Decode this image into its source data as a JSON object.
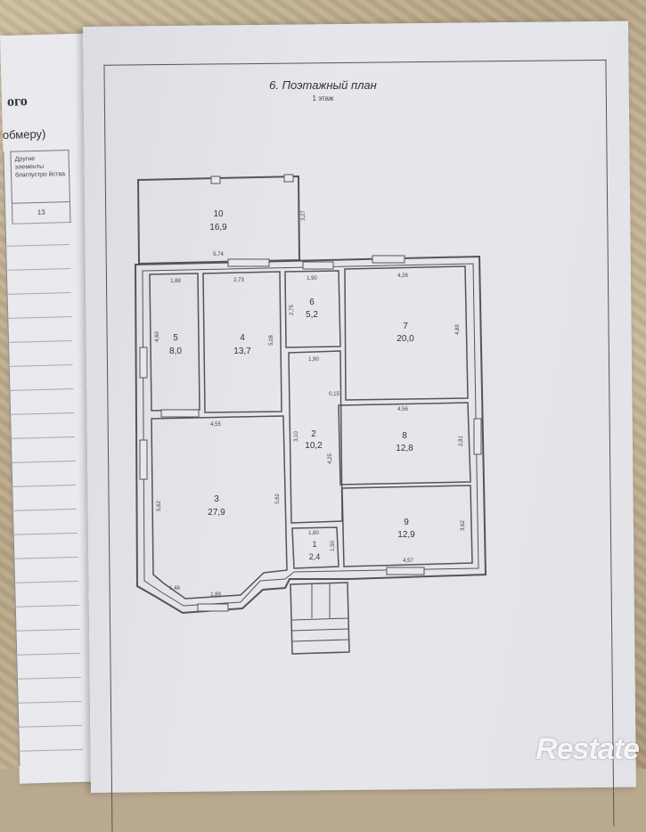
{
  "left_page": {
    "title": "ого",
    "subtitle": "обмеру)",
    "column_header": "Другие элементы благоустро йства",
    "column_value": "13"
  },
  "plan": {
    "title": "6. Поэтажный план",
    "floor": "1 этаж"
  },
  "rooms": [
    {
      "id": "room-10",
      "number": "10",
      "area": "16,9"
    },
    {
      "id": "room-5",
      "number": "5",
      "area": "8,0"
    },
    {
      "id": "room-4",
      "number": "4",
      "area": "13,7"
    },
    {
      "id": "room-6",
      "number": "6",
      "area": "5,2"
    },
    {
      "id": "room-7",
      "number": "7",
      "area": "20,0"
    },
    {
      "id": "room-2",
      "number": "2",
      "area": "10,2"
    },
    {
      "id": "room-8",
      "number": "8",
      "area": "12,8"
    },
    {
      "id": "room-3",
      "number": "3",
      "area": "27,9"
    },
    {
      "id": "room-9",
      "number": "9",
      "area": "12,9"
    },
    {
      "id": "room-1",
      "number": "1",
      "area": "2,4"
    }
  ],
  "dimensions": [
    "5,74",
    "3,27",
    "1,88",
    "2,73",
    "1,90",
    "4,26",
    "4,60",
    "5,08",
    "2,75",
    "4,89",
    "1,90",
    "0,15",
    "4,55",
    "4,56",
    "3,10",
    "2,81",
    "4,25",
    "5,62",
    "5,62",
    "1,80",
    "1,50",
    "3,62",
    "1,48",
    "1,89",
    "4,57"
  ],
  "watermark": "Restate"
}
